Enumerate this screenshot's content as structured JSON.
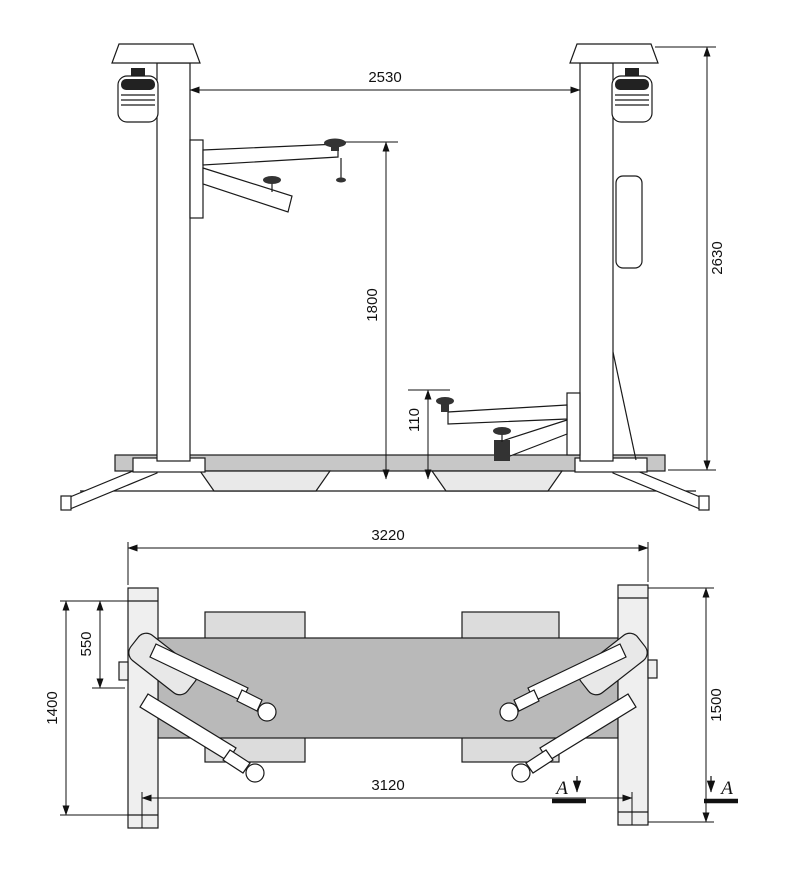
{
  "drawing": {
    "elevation": {
      "span": "2530",
      "overall_height": "2630",
      "lift_height": "1800",
      "min_pad_height": "110"
    },
    "plan": {
      "overall_width": "3220",
      "anchor_span": "3120",
      "depth_left": "1400",
      "depth_right": "1500",
      "arm_offset": "550",
      "section_label": "A"
    }
  }
}
